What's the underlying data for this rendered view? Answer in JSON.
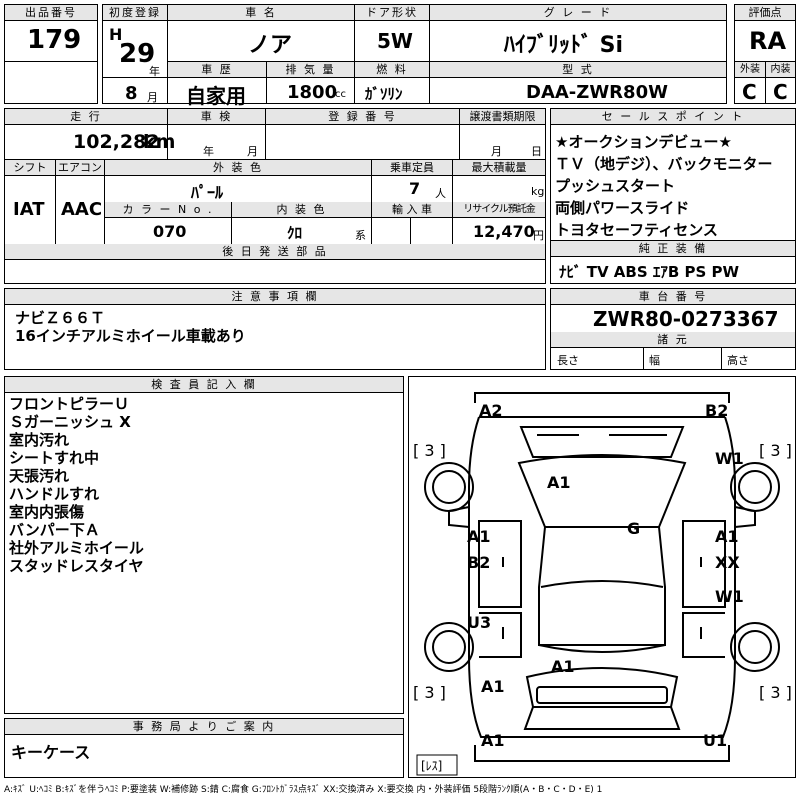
{
  "header": {
    "lot_label": "出品番号",
    "lot": "179",
    "first_reg_label": "初度登録",
    "era": "H",
    "year": "29",
    "year_unit": "年",
    "month": "8",
    "month_unit": "月",
    "car_name_label": "車 名",
    "car_name": "ノア",
    "door_label": "ドア形状",
    "door": "5W",
    "grade_label": "グ レ ー ド",
    "grade": "ﾊｲﾌﾞﾘｯﾄﾞ Si",
    "score_label": "評価点",
    "score": "RA",
    "history_label": "車 歴",
    "history": "自家用",
    "displacement_label": "排 気 量",
    "displacement": "1800",
    "displacement_unit": "cc",
    "fuel_label": "燃 料",
    "fuel": "ｶﾞｿﾘﾝ",
    "model_label": "型 式",
    "model": "DAA-ZWR80W",
    "ext_label": "外装",
    "ext": "C",
    "int_label": "内装",
    "int": "C"
  },
  "row2": {
    "mileage_label": "走 行",
    "mileage": "102,282",
    "mileage_unit": "km",
    "inspection_label": "車 検",
    "insp_year": "年",
    "insp_month": "月",
    "reg_label": "登 録 番 号",
    "transfer_label": "譲渡書類期限",
    "tr_month": "月",
    "tr_day": "日",
    "shift_label": "シフト",
    "shift": "IAT",
    "ac_label": "エアコン",
    "ac": "AAC",
    "color_label": "外 装 色",
    "color": "ﾊﾟｰﾙ",
    "capacity_label": "乗車定員",
    "capacity": "7",
    "capacity_unit": "人",
    "load_label": "最大積載量",
    "load_unit": "kg",
    "colorno_label": "カ ラ ー N o .",
    "colorno": "070",
    "interior_label": "内 装 色",
    "interior": "ｸﾛ",
    "interior_unit": "系",
    "import_label": "輸 入 車",
    "recycle_label": "リサイクル預託金",
    "recycle": "12,470",
    "recycle_unit": "円",
    "later_label": "後 日 発 送 部 品"
  },
  "sales": {
    "label": "セ ー ル ス ポ イ ン ト",
    "points": [
      "★オークションデビュー★",
      "ＴＶ（地デジ）、バックモニター",
      "プッシュスタート",
      "両側パワースライド",
      "トヨタセーフティセンス"
    ]
  },
  "equipment": {
    "label": "純 正 装 備",
    "value": "ﾅﾋﾞ TV ABS ｴｱB PS PW"
  },
  "caution": {
    "label": "注 意 事 項 欄",
    "lines": [
      "ナビＺ６６Ｔ",
      "16インチアルミホイール車載あり"
    ]
  },
  "chassis": {
    "label": "車 台 番 号",
    "value": "ZWR80-0273367"
  },
  "specs": {
    "label": "諸 元",
    "length": "長さ",
    "width": "幅",
    "height": "高さ"
  },
  "inspector": {
    "label": "検 査 員 記 入 欄",
    "notes": [
      "フロントピラーＵ",
      "Ｓガーニッシュ X",
      "室内汚れ",
      "シートすれ中",
      "天張汚れ",
      "ハンドルすれ",
      "室内内張傷",
      "バンパー下Ａ",
      "社外アルミホイール",
      "スタッドレスタイヤ"
    ]
  },
  "office": {
    "label": "事 務 局 よ り ご 案 内",
    "text": "キーケース"
  },
  "diagram": {
    "A2": "A2",
    "B2": "B2",
    "t1": "[ 3 ]",
    "t2": "[ 3 ]",
    "t3": "[ 3 ]",
    "t4": "[ 3 ]",
    "W1a": "W1",
    "A1hood": "A1",
    "G": "G",
    "A1l": "A1",
    "B2l": "B2",
    "A1r": "A1",
    "XX": "XX",
    "W1b": "W1",
    "U3": "U3",
    "A1trunk": "A1",
    "A1rl": "A1",
    "A1bl": "A1",
    "U1": "U1",
    "spare": "[ﾚｽ]"
  },
  "legend": "A:ｷｽﾞ U:ﾍｺﾐ B:ｷｽﾞを伴うﾍｺﾐ P:要塗装 W:補修跡 S:錆 C:腐食 G:ﾌﾛﾝﾄｶﾞﾗｽ点ｷｽﾞ XX:交換済み X:要交換 内・外装評価 5段階ﾗﾝｸ順(A・B・C・D・E) 1"
}
